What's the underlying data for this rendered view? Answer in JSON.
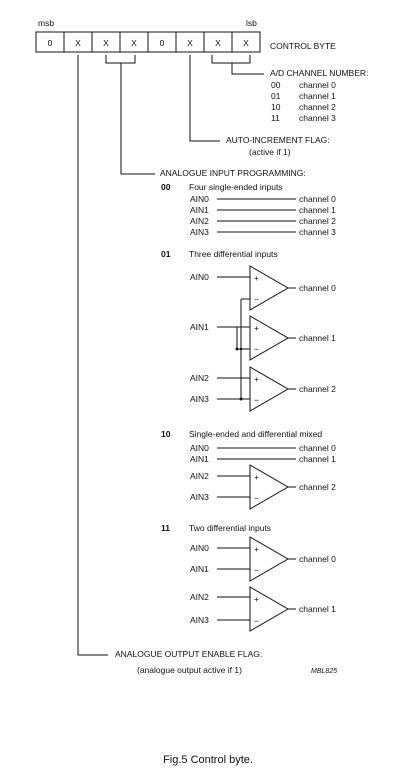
{
  "labels": {
    "msb": "msb",
    "lsb": "lsb",
    "control_byte": "CONTROL BYTE"
  },
  "bits": [
    "0",
    "X",
    "X",
    "X",
    "0",
    "X",
    "X",
    "X"
  ],
  "ad_channel": {
    "title": "A/D CHANNEL NUMBER:",
    "rows": [
      {
        "code": "00",
        "name": "channel 0"
      },
      {
        "code": "01",
        "name": "channel 1"
      },
      {
        "code": "10",
        "name": "channel 2"
      },
      {
        "code": "11",
        "name": "channel 3"
      }
    ]
  },
  "auto_increment": {
    "title": "AUTO-INCREMENT FLAG:",
    "note": "(active if 1)"
  },
  "analogue_input": {
    "title": "ANALOGUE INPUT PROGRAMMING:",
    "modes": [
      {
        "code": "00",
        "title": "Four single-ended inputs"
      },
      {
        "code": "01",
        "title": "Three differential inputs"
      },
      {
        "code": "10",
        "title": "Single-ended and differential mixed"
      },
      {
        "code": "11",
        "title": "Two differential inputs"
      }
    ],
    "ain": [
      "AIN0",
      "AIN1",
      "AIN2",
      "AIN3"
    ],
    "channels": [
      "channel 0",
      "channel 1",
      "channel 2",
      "channel 3"
    ],
    "plus": "+",
    "minus": "−"
  },
  "analogue_output": {
    "title": "ANALOGUE OUTPUT ENABLE FLAG:",
    "note": "(analogue output active if 1)"
  },
  "ref_code": "MBL825",
  "caption": "Fig.5  Control byte."
}
